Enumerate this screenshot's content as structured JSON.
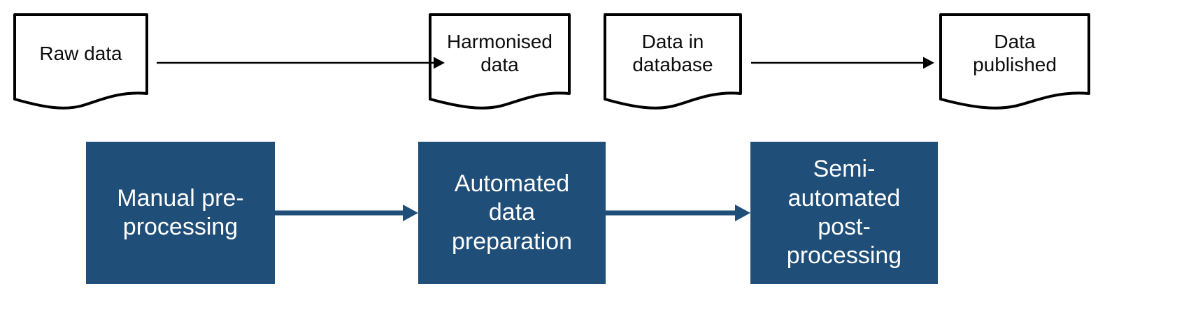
{
  "diagram": {
    "title": "Data processing pipeline flowchart",
    "colors": {
      "process_fill": "#1F4E79",
      "process_text": "#FFFFFF",
      "process_arrow": "#1F4E79",
      "document_stroke": "#000000",
      "document_fill": "#FFFFFF",
      "document_text": "#0D0D0D",
      "document_arrow": "#000000",
      "background": "#FFFFFF"
    },
    "documents": [
      {
        "id": "raw-data",
        "label": "Raw data"
      },
      {
        "id": "harmonised-data",
        "label": "Harmonised\ndata"
      },
      {
        "id": "data-in-database",
        "label": "Data in\ndatabase"
      },
      {
        "id": "data-published",
        "label": "Data\npublished"
      }
    ],
    "processes": [
      {
        "id": "manual-pre-processing",
        "label": "Manual pre-\nprocessing"
      },
      {
        "id": "automated-data-preparation",
        "label": "Automated\ndata\npreparation"
      },
      {
        "id": "semi-automated-post-processing",
        "label": "Semi-\nautomated\npost-\nprocessing"
      }
    ],
    "document_arrows": [
      {
        "id": "arrow-raw-to-harmonised",
        "from": "raw-data",
        "to": "harmonised-data"
      },
      {
        "id": "arrow-database-to-published",
        "from": "data-in-database",
        "to": "data-published"
      }
    ],
    "process_arrows": [
      {
        "id": "arrow-manual-to-automated",
        "from": "manual-pre-processing",
        "to": "automated-data-preparation"
      },
      {
        "id": "arrow-automated-to-semi",
        "from": "automated-data-preparation",
        "to": "semi-automated-post-processing"
      }
    ]
  }
}
